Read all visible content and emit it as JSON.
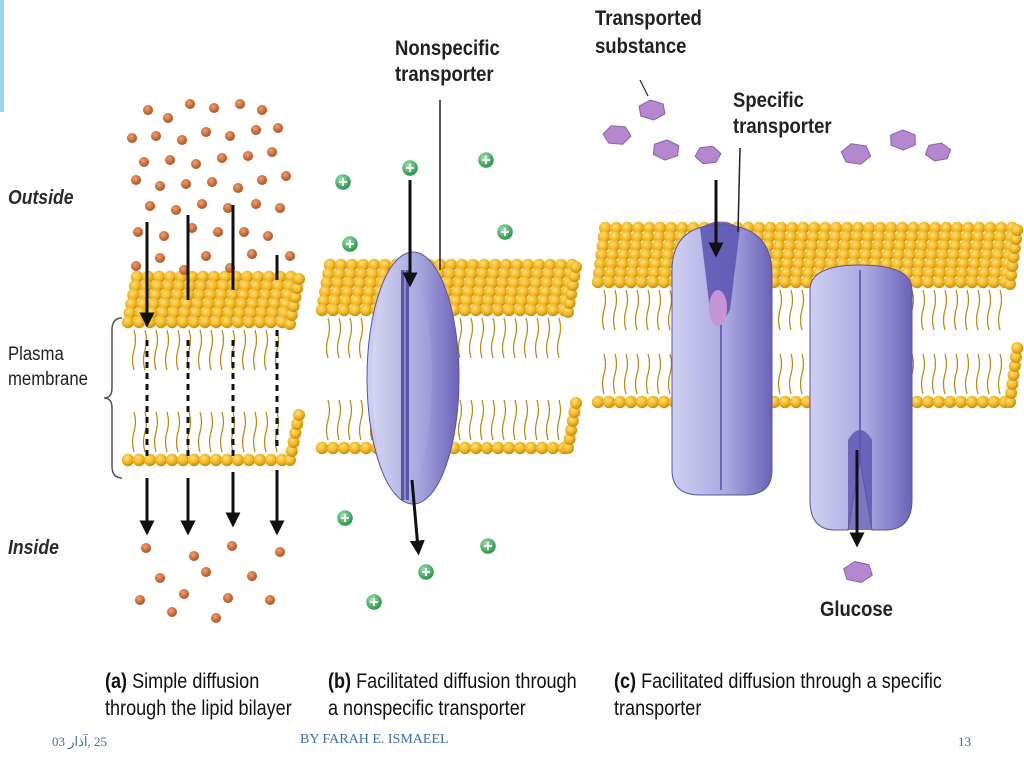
{
  "labels": {
    "outside": "Outside",
    "plasma_membrane_line1": "Plasma",
    "plasma_membrane_line2": "membrane",
    "inside": "Inside",
    "nonspecific_transporter_line1": "Nonspecific",
    "nonspecific_transporter_line2": "transporter",
    "transported_substance_line1": "Transported",
    "transported_substance_line2": "substance",
    "specific_transporter_line1": "Specific",
    "specific_transporter_line2": "transporter",
    "glucose": "Glucose"
  },
  "captions": {
    "a_letter": "(a)",
    "a_line1": "Simple diffusion",
    "a_line2": "through the lipid bilayer",
    "b_letter": "(b)",
    "b_line1": "Facilitated diffusion through",
    "b_line2": "a nonspecific transporter",
    "c_letter": "(c)",
    "c_line1": "Facilitated diffusion through a specific",
    "c_line2": "transporter"
  },
  "footer": {
    "date": "25 ,آذار 03",
    "author": "BY FARAH E. ISMAEEL",
    "page": "13"
  },
  "colors": {
    "lipid_head": "#f2b51f",
    "lipid_head_shade": "#c98a0c",
    "lipid_tail": "#b8860b",
    "solute_small": "#c8622a",
    "ion_plus": "#2fae53",
    "protein": "#a9a8e0",
    "protein_dark": "#6b63b8",
    "substance": "#b487cf",
    "footer_text": "#3a6db4"
  }
}
